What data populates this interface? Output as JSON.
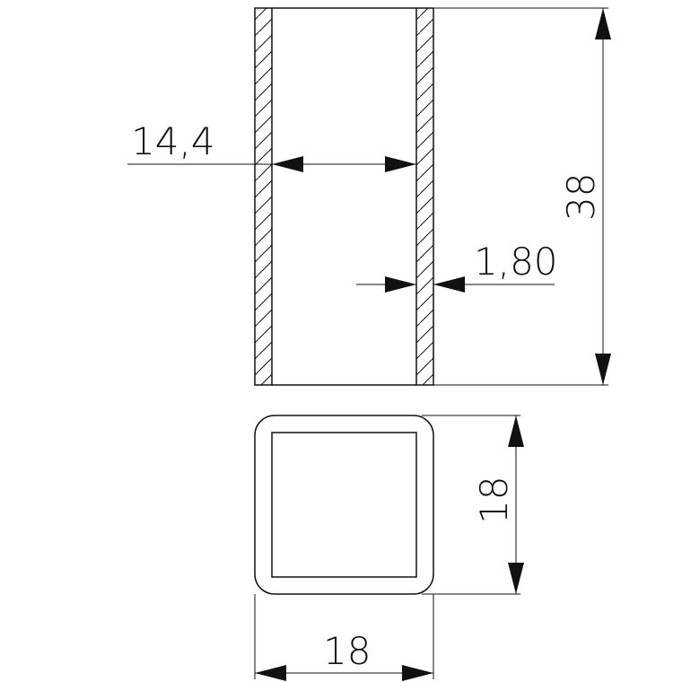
{
  "drawing": {
    "side_view": {
      "inner_width_label": "14,4",
      "wall_thickness_label": "1,80",
      "height_label": "38"
    },
    "top_view": {
      "height_label": "18",
      "width_label": "18"
    },
    "colors": {
      "line": "#111111",
      "background": "#ffffff"
    }
  }
}
